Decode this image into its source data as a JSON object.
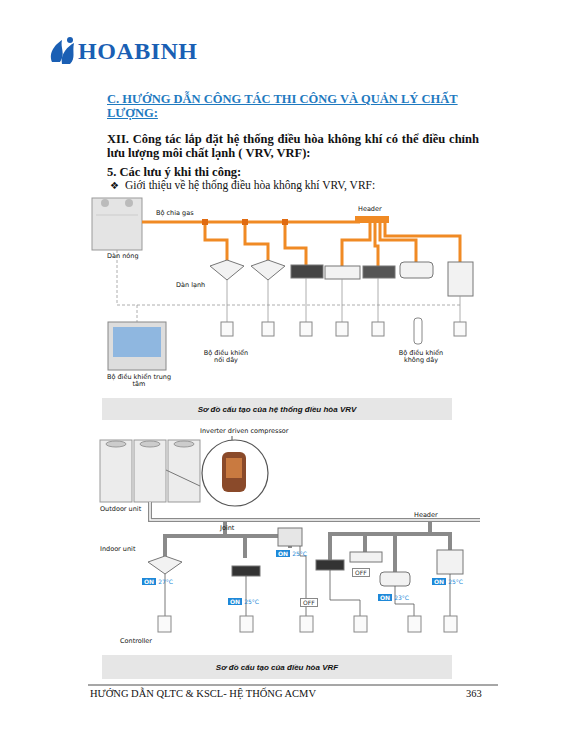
{
  "diagram": {
    "title": "C. HƯỚNG DẪN CÔNG TÁC THI CÔNG VÀ QUẢN LÝ CHẤT LƯỢNG:",
    "nodes": [
      {
        "text": [
          "Sơ đồ cấu tạo của hệ thống điều hòa VRV"
        ]
      },
      {
        "text": [
          "Sơ đồ cấu tạo của điều hòa VRF"
        ]
      },
      {
        "text": [
          "ON",
          "27°C"
        ]
      },
      {
        "text": [
          "ON",
          "25°C"
        ]
      },
      {
        "text": [
          "ON",
          "25°C"
        ]
      },
      {
        "text": [
          "OFF"
        ]
      },
      {
        "text": [
          "OFF"
        ]
      },
      {
        "text": [
          "ON",
          "23°C"
        ]
      },
      {
        "text": [
          "ON",
          "25°C"
        ]
      }
    ],
    "labels": [
      "HOABINH",
      "XII. Công tác lắp đặt hệ thống điều hòa không khí có thể điều chỉnh lưu lượng môi chất lạnh ( VRV, VRF):",
      "5. Các lưu ý khi thi công:",
      "❖",
      "Giới thiệu về hệ thống điều hòa không khí VRV, VRF:",
      "Dàn nóng",
      "Bộ chia gas",
      "Header",
      "Dàn lạnh",
      "Bộ điều khiển trung tâm",
      "Bộ điều khiển nối dây",
      "Bộ điều khiển không dây",
      "Inverter driven compressor",
      "Outdoor unit",
      "Joint",
      "Header",
      "Indoor unit",
      "Controller",
      "HƯỚNG DẪN QLTC & KSCL- HỆ THỐNG ACMV",
      "363"
    ]
  }
}
